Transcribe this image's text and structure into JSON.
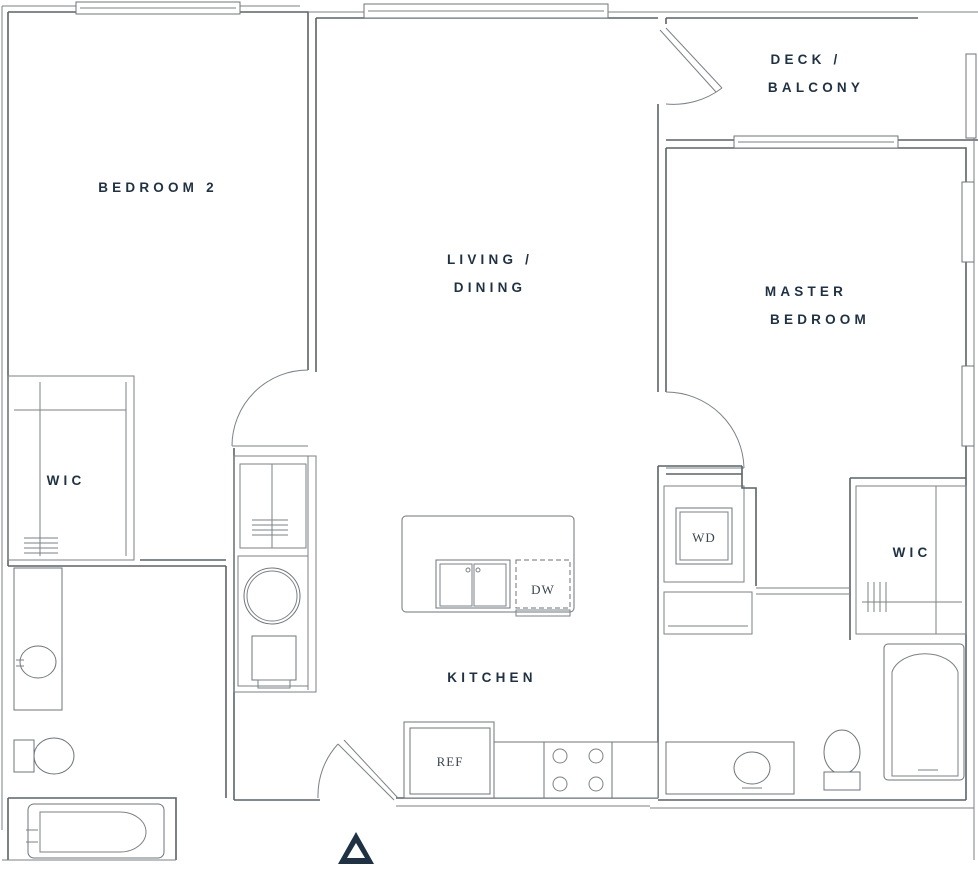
{
  "rooms": {
    "bedroom2": "BEDROOM 2",
    "wic_left": "WIC",
    "living_line1": "LIVING /",
    "living_line2": "DINING",
    "deck_line1": "DECK /",
    "deck_line2": "BALCONY",
    "master_line1": "MASTER",
    "master_line2": "BEDROOM",
    "wic_right": "WIC",
    "kitchen": "KITCHEN"
  },
  "fixtures": {
    "washer_dryer": "WD",
    "dishwasher": "DW",
    "refrigerator": "REF"
  },
  "icons": {
    "north_arrow": "north-arrow-icon"
  },
  "colors": {
    "label": "#1f3142",
    "wall": "#5b6268"
  }
}
